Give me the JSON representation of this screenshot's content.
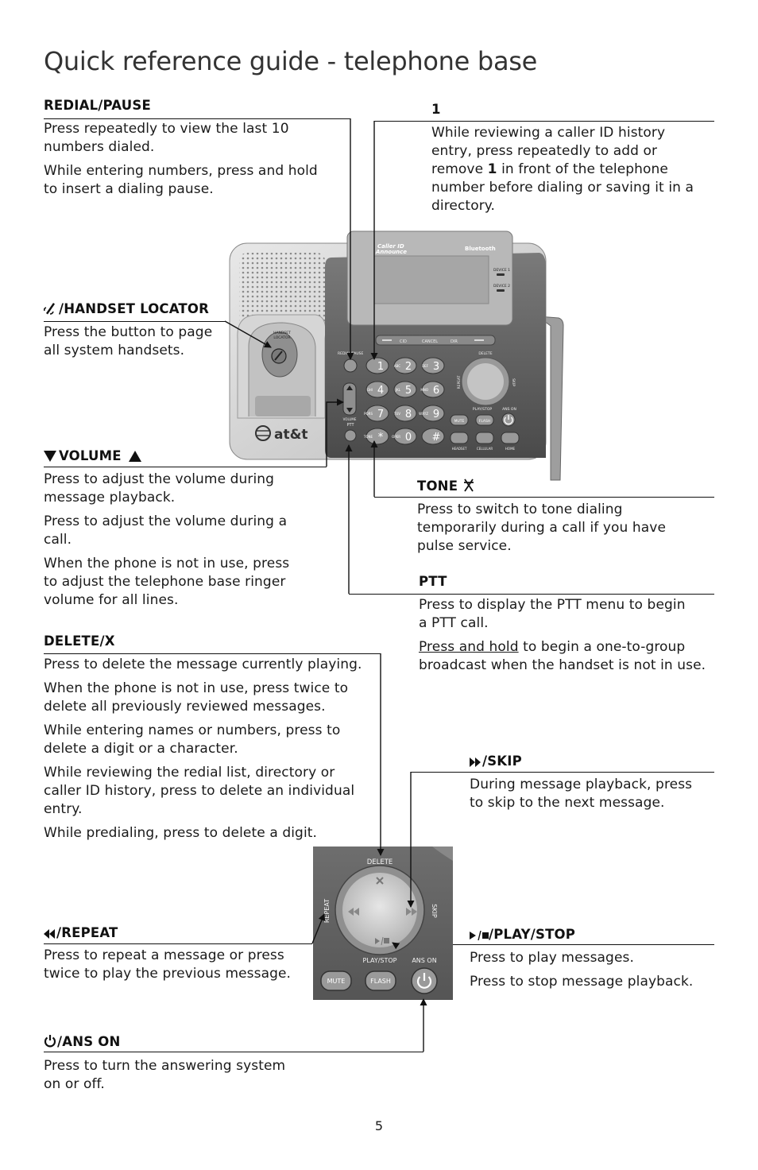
{
  "page": {
    "title": "Quick reference guide - telephone base",
    "page_number": "5"
  },
  "sections": {
    "redial": {
      "heading": "REDIAL/PAUSE",
      "p1_l1": "Press repeatedly to view the last 10",
      "p1_l2": "numbers dialed.",
      "p2_l1": "While entering numbers, press and hold",
      "p2_l2": "to insert a dialing pause."
    },
    "one": {
      "heading": "1",
      "l1": "While reviewing a caller ID history",
      "l2": "entry, press repeatedly to add or",
      "l3_pre": "remove ",
      "l3_bold": "1",
      "l3_post": " in front of the telephone",
      "l4": "number before dialing or saving it in a",
      "l5": "directory."
    },
    "locator": {
      "heading": "/HANDSET LOCATOR",
      "l1": "Press the button to page",
      "l2": "all system handsets."
    },
    "volume": {
      "heading": "VOLUME",
      "p1_l1": "Press to adjust the volume during",
      "p1_l2": "message playback.",
      "p2_l1": "Press to adjust the volume during a",
      "p2_l2": "call.",
      "p3_l1": "When the phone is not in use, press",
      "p3_l2": "to adjust the telephone base ringer",
      "p3_l3": "volume for all lines."
    },
    "tone": {
      "heading": "TONE",
      "l1": "Press to switch to tone dialing",
      "l2": "temporarily during a call if you have",
      "l3": "pulse service."
    },
    "ptt": {
      "heading": "PTT",
      "p1_l1": "Press to display the PTT menu to begin",
      "p1_l2": "a PTT call.",
      "p2_l1_u": "Press and hold",
      "p2_l1_rest": " to begin a one-to-group",
      "p2_l2": "broadcast when the handset is not in use."
    },
    "delete": {
      "heading": "DELETE/X",
      "p1": "Press to delete the message currently playing.",
      "p2_l1": "When the phone is not in use, press twice to",
      "p2_l2": "delete all previously reviewed messages.",
      "p3_l1": "While entering names or numbers, press to",
      "p3_l2": "delete a digit or a character.",
      "p4_l1": "While reviewing the redial list, directory or",
      "p4_l2": "caller ID history, press to delete an individual",
      "p4_l3": "entry.",
      "p5": "While predialing, press to delete a digit."
    },
    "skip": {
      "heading": "/SKIP",
      "l1": "During message playback, press",
      "l2": "to skip to the next message."
    },
    "repeat": {
      "heading": "/REPEAT",
      "l1": "Press to repeat a message or press",
      "l2": "twice to play the previous message."
    },
    "playstop": {
      "heading": "/PLAY/STOP",
      "p1": "Press to play messages.",
      "p2": "Press to stop message playback."
    },
    "anson": {
      "heading": "/ANS ON",
      "l1": "Press to turn the answering system",
      "l2": "on or off."
    }
  },
  "base_image": {
    "brand": "at&t",
    "caller_id_line1": "Caller ID",
    "caller_id_line2": "Announce",
    "bluetooth": "Bluetooth",
    "device1": "DEVICE 1",
    "device2": "DEVICE 2",
    "handset_locator_l1": "HANDSET",
    "handset_locator_l2": "LOCATOR",
    "redial_pause": "REDIAL/PAUSE",
    "delete": "DELETE",
    "repeat": "REPEAT",
    "skip": "SKIP",
    "play_stop": "PLAY/STOP",
    "ans_on": "ANS ON",
    "mute": "MUTE",
    "flash": "FLASH",
    "ptt": "PTT",
    "volume": "VOLUME",
    "cid": "CID",
    "cancel": "CANCEL",
    "dir": "DIR",
    "headset": "HEADSET",
    "cellular": "CELLULAR",
    "home": "HOME",
    "keys": [
      "1",
      "2",
      "3",
      "4",
      "5",
      "6",
      "7",
      "8",
      "9",
      "*",
      "0",
      "#"
    ],
    "key_letters": [
      "",
      "ABC",
      "DEF",
      "GHI",
      "JKL",
      "MNO",
      "PQRS",
      "TUV",
      "WXYZ",
      "TONE",
      "OPER",
      ""
    ]
  },
  "zoom_image": {
    "delete": "DELETE",
    "repeat": "REPEAT",
    "skip": "SKIP",
    "play_stop": "PLAY/STOP",
    "ans_on": "ANS ON",
    "mute": "MUTE",
    "flash": "FLASH"
  }
}
